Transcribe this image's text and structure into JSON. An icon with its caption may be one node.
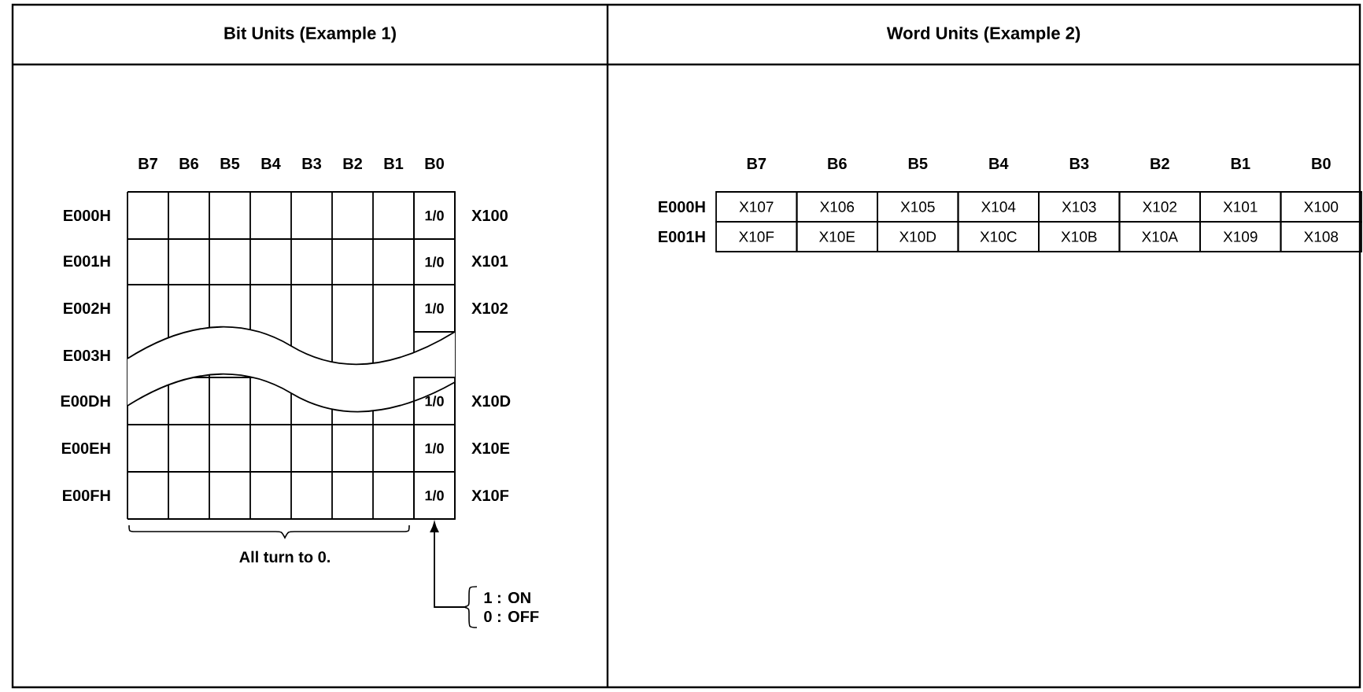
{
  "diagram": {
    "nodes": [
      {
        "text": [
          "1/0"
        ]
      },
      {
        "text": [
          "1/0"
        ]
      },
      {
        "text": [
          "1/0"
        ]
      },
      {
        "text": [
          "1/0"
        ]
      },
      {
        "text": [
          "1/0"
        ]
      },
      {
        "text": [
          "1/0"
        ]
      },
      {
        "text": [
          "1 : ON",
          "0 : OFF"
        ]
      }
    ],
    "edges": [
      {
        "from": 6,
        "to": 5,
        "arrow": "to"
      }
    ],
    "labels": [
      "Bit Units (Example 1)",
      "Word Units (Example 2)",
      "B7",
      "B6",
      "B5",
      "B4",
      "B3",
      "B2",
      "B1",
      "B0",
      "E000H",
      "E001H",
      "E002H",
      "E003H",
      "E00DH",
      "E00EH",
      "E00FH",
      "X100",
      "X101",
      "X102",
      "X10D",
      "X10E",
      "X10F",
      "All turn to 0.",
      "B7",
      "B6",
      "B5",
      "B4",
      "B3",
      "B2",
      "B1",
      "B0",
      "E000H",
      "X107",
      "X106",
      "X105",
      "X104",
      "X103",
      "X102",
      "X101",
      "X100",
      "E001H",
      "X10F",
      "X10E",
      "X10D",
      "X10C",
      "X10B",
      "X10A",
      "X109",
      "X108"
    ]
  }
}
